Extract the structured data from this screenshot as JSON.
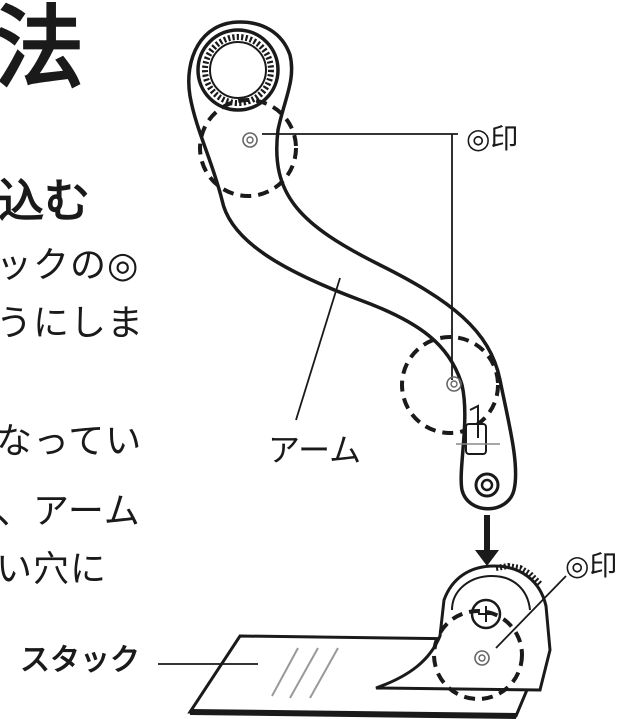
{
  "heading": "法",
  "subheading": "込む",
  "body_lines": [
    "ックの◎",
    "うにしま",
    "なってい",
    "、アーム",
    "い穴に"
  ],
  "labels": {
    "mark_top": "◎印",
    "arm": "アーム",
    "mark_bottom": "◎印",
    "stack": "スタック"
  }
}
